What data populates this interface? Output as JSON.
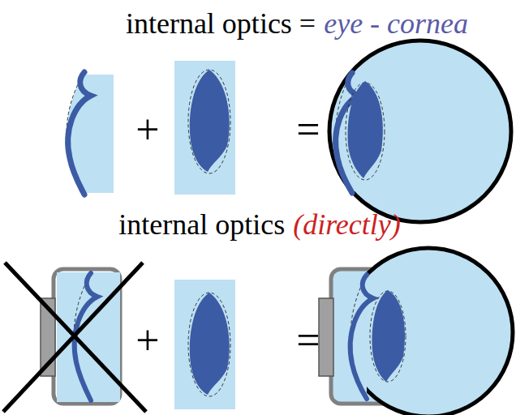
{
  "diagram": {
    "labels": [
      "internal optics =",
      "eye - cornea",
      "+",
      "=",
      "internal optics",
      "(directly)",
      "+",
      "="
    ]
  }
}
